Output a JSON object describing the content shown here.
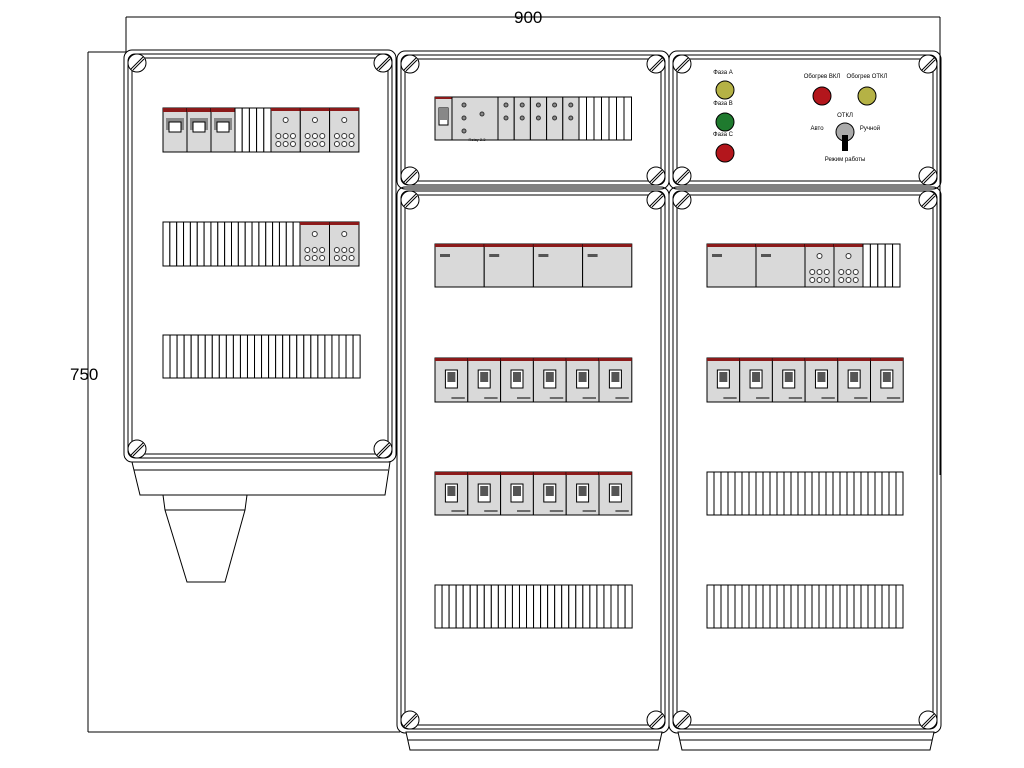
{
  "dimensions": {
    "width_label": "900",
    "height_label": "750"
  },
  "indicators": {
    "phase_a": "Фаза А",
    "phase_b": "Фаза В",
    "phase_c": "Фаза С",
    "heating_on": "Обогрев ВКЛ",
    "heating_off": "Обогрев ОТКЛ",
    "switch_off": "ОТКЛ",
    "switch_auto": "Авто",
    "switch_manual": "Ручной",
    "mode": "Режим работы"
  },
  "relay_module_label": "Relay 2.3",
  "colors": {
    "lamp_yellow": "#b5b245",
    "lamp_green": "#1f7a2e",
    "lamp_red": "#b3161c",
    "module_grey": "#d9d9d9",
    "module_top_red": "#8b1a1a"
  }
}
